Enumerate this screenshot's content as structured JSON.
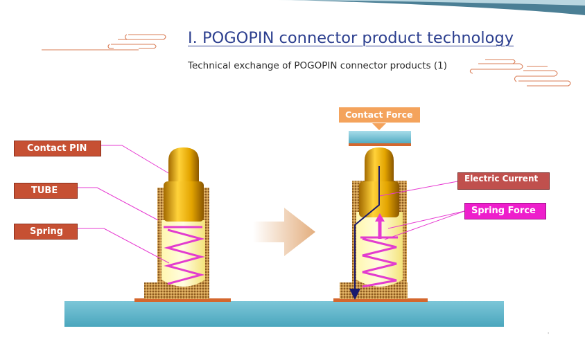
{
  "slide": {
    "title": "I. POGOPIN connector product technology",
    "subtitle": "Technical exchange of POGOPIN connector products (1)"
  },
  "diagram": {
    "labels": {
      "contact_pin": "Contact PIN",
      "tube": "TUBE",
      "spring": "Spring",
      "contact_force": "Contact Force",
      "electric_current": "Electric Current",
      "spring_force": "Spring Force"
    }
  },
  "colors": {
    "title": "#2c3f8f",
    "label_red": "#c65033",
    "contact_force_orange": "#f4a35c",
    "electric_red": "#c0504d",
    "spring_magenta": "#ee1ecc",
    "board_blue": "#5ab4c8",
    "pin_gold": "#e6a800",
    "current_navy": "#1a1a6e"
  }
}
